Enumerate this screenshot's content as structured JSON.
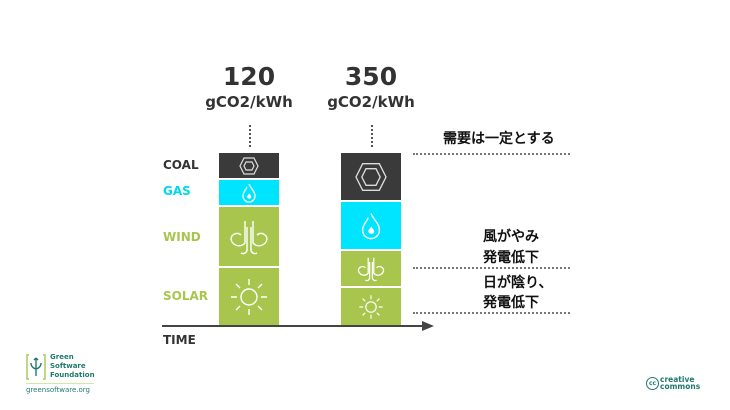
{
  "columns": [
    {
      "value": "120",
      "unit": "gCO2/kWh",
      "segments": {
        "coal": 1,
        "gas": 1,
        "wind": 2.3,
        "solar": 2.2
      }
    },
    {
      "value": "350",
      "unit": "gCO2/kWh",
      "segments": {
        "coal": 1.8,
        "gas": 1.8,
        "wind": 1.4,
        "solar": 1.4
      }
    }
  ],
  "legend": {
    "coal": "COAL",
    "gas": "GAS",
    "wind": "WIND",
    "solar": "SOLAR"
  },
  "axis_label": "TIME",
  "notes": {
    "demand": "需要は一定とする",
    "wind1": "風がやみ",
    "wind2": "発電低下",
    "solar1": "日が陰り、",
    "solar2": "発電低下"
  },
  "footer": {
    "gsf1": "Green",
    "gsf2": "Software",
    "gsf3": "Foundation",
    "url": "greensoftware.org",
    "cc1": "creative",
    "cc2": "commons"
  },
  "colors": {
    "coal": "#3a3a3a",
    "gas": "#00e5ff",
    "green": "#a8c64e",
    "teal": "#1f7a6d"
  }
}
